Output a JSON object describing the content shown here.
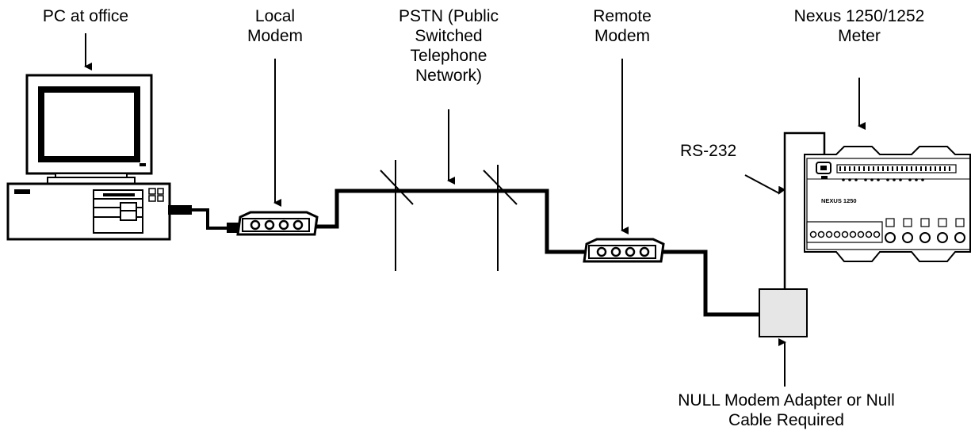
{
  "labels": {
    "pc": "PC at office",
    "local_modem": "Local\nModem",
    "pstn": "PSTN (Public\nSwitched\nTelephone\nNetwork)",
    "remote_modem": "Remote\nModem",
    "meter": "Nexus 1250/1252\nMeter",
    "rs232": "RS-232",
    "null_modem": "NULL Modem Adapter or Null\nCable Required"
  },
  "meter_panel": {
    "model_text": "NEXUS 1250"
  },
  "colors": {
    "line": "#000000",
    "adapter_fill": "#e6e6e6",
    "background": "#ffffff"
  }
}
